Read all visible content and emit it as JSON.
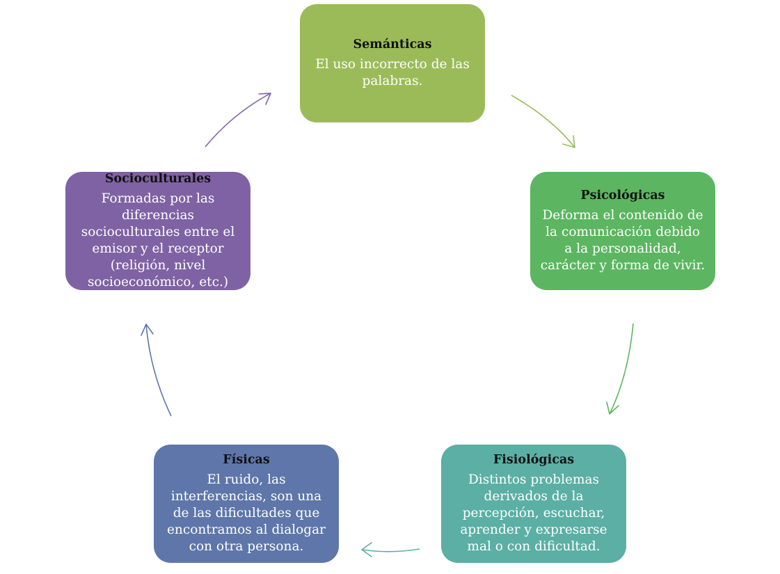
{
  "nodes": {
    "semanticas": {
      "title": "Semánticas",
      "description": "El uso incorrecto de las palabras.",
      "color": "#9BBB59"
    },
    "psicologicas": {
      "title": "Psicológicas",
      "description": "Deforma el contenido de la comunicación debido a la personalidad, carácter y forma de vivir.",
      "color": "#5CB561"
    },
    "fisiologicas": {
      "title": "Fisiológicas",
      "description": "Distintos problemas derivados de la percepción, escuchar, aprender y expresarse mal o con dificultad.",
      "color": "#5BAFA4"
    },
    "fisicas": {
      "title": "Físicas",
      "description": "El ruido, las interferencias, son una de las dificultades que encontramos al dialogar con otra persona.",
      "color": "#5E76A9"
    },
    "socioculturales": {
      "title": "Socioculturales",
      "description": "Formadas por las diferencias socioculturales entre el emisor y el receptor (religión, nivel socioeconómico, etc.)",
      "color": "#7F62A3"
    }
  },
  "arrow_colors": {
    "semanticas_to_psicologicas": "#9BBB59",
    "psicologicas_to_fisiologicas": "#5CB561",
    "fisiologicas_to_fisicas": "#5BAFA4",
    "fisicas_to_socioculturales": "#5E76A9",
    "socioculturales_to_semanticas": "#7F62A3"
  }
}
